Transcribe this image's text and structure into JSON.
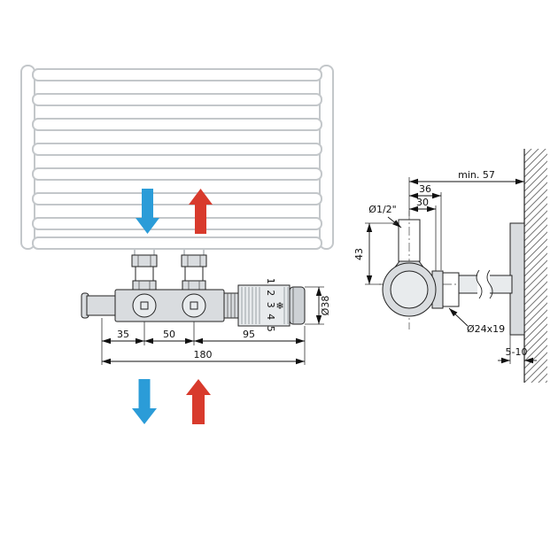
{
  "left_view": {
    "dims": {
      "a": "35",
      "b": "50",
      "c": "95",
      "total": "180",
      "diameter": "Ø38"
    },
    "thermostat_scale": "1 2 3 4 5",
    "frost_symbol": "❄"
  },
  "right_view": {
    "dims": {
      "wall_min": "min. 57",
      "nut_len": "36",
      "conn_len": "30",
      "thread": "Ø1/2\"",
      "height": "43",
      "nut": "Ø24x19",
      "plate_gap": "5-10"
    }
  },
  "colors": {
    "supply_red": "#d83a2c",
    "return_blue": "#2b9cd8"
  }
}
